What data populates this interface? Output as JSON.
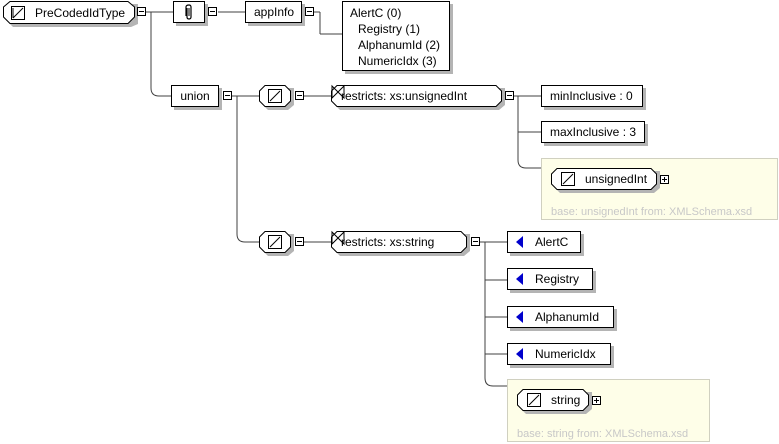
{
  "root": {
    "label": "PreCodedIdType",
    "icon": "simple-type-icon"
  },
  "annotation": {
    "icon": "paperclip-icon",
    "appinfo_label": "appInfo",
    "doc_lines": [
      "AlertC (0)",
      "Registry (1)",
      "AlphanumId (2)",
      "NumericIdx (3)"
    ]
  },
  "union": {
    "label": "union"
  },
  "branch1": {
    "restriction_label": "restricts: xs:unsignedInt",
    "facets": [
      "minInclusive : 0",
      "maxInclusive : 3"
    ],
    "base_type": "unsignedInt",
    "base_note": "base: unsignedInt from: XMLSchema.xsd"
  },
  "branch2": {
    "restriction_label": "restricts: xs:string",
    "enumerations": [
      "AlertC",
      "Registry",
      "AlphanumId",
      "NumericIdx"
    ],
    "base_type": "string",
    "base_note": "base: string from: XMLSchema.xsd"
  },
  "colors": {
    "enum_marker": "#0000cc",
    "base_box_bg": "#fefee8",
    "shadow": "#b4b4b4"
  }
}
